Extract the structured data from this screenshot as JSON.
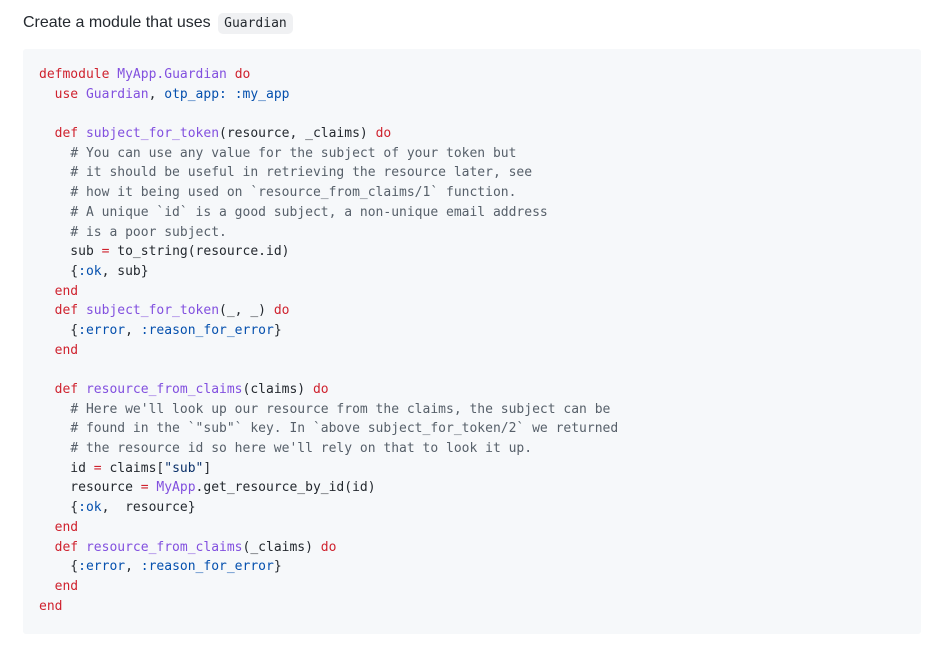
{
  "intro": {
    "text": "Create a module that uses",
    "code": "Guardian"
  },
  "code_block": {
    "lines": [
      [
        {
          "t": "keyword",
          "v": "defmodule"
        },
        {
          "t": "plain",
          "v": " "
        },
        {
          "t": "module",
          "v": "MyApp.Guardian"
        },
        {
          "t": "plain",
          "v": " "
        },
        {
          "t": "keyword",
          "v": "do"
        }
      ],
      [
        {
          "t": "plain",
          "v": "  "
        },
        {
          "t": "keyword",
          "v": "use"
        },
        {
          "t": "plain",
          "v": " "
        },
        {
          "t": "module",
          "v": "Guardian"
        },
        {
          "t": "plain",
          "v": ", "
        },
        {
          "t": "atom",
          "v": "otp_app:"
        },
        {
          "t": "plain",
          "v": " "
        },
        {
          "t": "atom",
          "v": ":my_app"
        }
      ],
      [],
      [
        {
          "t": "plain",
          "v": "  "
        },
        {
          "t": "keyword",
          "v": "def"
        },
        {
          "t": "plain",
          "v": " "
        },
        {
          "t": "function",
          "v": "subject_for_token"
        },
        {
          "t": "plain",
          "v": "(resource, _claims) "
        },
        {
          "t": "keyword",
          "v": "do"
        }
      ],
      [
        {
          "t": "plain",
          "v": "    "
        },
        {
          "t": "comment",
          "v": "# You can use any value for the subject of your token but"
        }
      ],
      [
        {
          "t": "plain",
          "v": "    "
        },
        {
          "t": "comment",
          "v": "# it should be useful in retrieving the resource later, see"
        }
      ],
      [
        {
          "t": "plain",
          "v": "    "
        },
        {
          "t": "comment",
          "v": "# how it being used on `resource_from_claims/1` function."
        }
      ],
      [
        {
          "t": "plain",
          "v": "    "
        },
        {
          "t": "comment",
          "v": "# A unique `id` is a good subject, a non-unique email address"
        }
      ],
      [
        {
          "t": "plain",
          "v": "    "
        },
        {
          "t": "comment",
          "v": "# is a poor subject."
        }
      ],
      [
        {
          "t": "plain",
          "v": "    sub "
        },
        {
          "t": "operator",
          "v": "="
        },
        {
          "t": "plain",
          "v": " to_string(resource.id)"
        }
      ],
      [
        {
          "t": "plain",
          "v": "    {"
        },
        {
          "t": "atom",
          "v": ":ok"
        },
        {
          "t": "plain",
          "v": ", sub}"
        }
      ],
      [
        {
          "t": "plain",
          "v": "  "
        },
        {
          "t": "keyword",
          "v": "end"
        }
      ],
      [
        {
          "t": "plain",
          "v": "  "
        },
        {
          "t": "keyword",
          "v": "def"
        },
        {
          "t": "plain",
          "v": " "
        },
        {
          "t": "function",
          "v": "subject_for_token"
        },
        {
          "t": "plain",
          "v": "(_, _) "
        },
        {
          "t": "keyword",
          "v": "do"
        }
      ],
      [
        {
          "t": "plain",
          "v": "    {"
        },
        {
          "t": "atom",
          "v": ":error"
        },
        {
          "t": "plain",
          "v": ", "
        },
        {
          "t": "atom",
          "v": ":reason_for_error"
        },
        {
          "t": "plain",
          "v": "}"
        }
      ],
      [
        {
          "t": "plain",
          "v": "  "
        },
        {
          "t": "keyword",
          "v": "end"
        }
      ],
      [],
      [
        {
          "t": "plain",
          "v": "  "
        },
        {
          "t": "keyword",
          "v": "def"
        },
        {
          "t": "plain",
          "v": " "
        },
        {
          "t": "function",
          "v": "resource_from_claims"
        },
        {
          "t": "plain",
          "v": "(claims) "
        },
        {
          "t": "keyword",
          "v": "do"
        }
      ],
      [
        {
          "t": "plain",
          "v": "    "
        },
        {
          "t": "comment",
          "v": "# Here we'll look up our resource from the claims, the subject can be"
        }
      ],
      [
        {
          "t": "plain",
          "v": "    "
        },
        {
          "t": "comment",
          "v": "# found in the `\"sub\"` key. In `above subject_for_token/2` we returned"
        }
      ],
      [
        {
          "t": "plain",
          "v": "    "
        },
        {
          "t": "comment",
          "v": "# the resource id so here we'll rely on that to look it up."
        }
      ],
      [
        {
          "t": "plain",
          "v": "    id "
        },
        {
          "t": "operator",
          "v": "="
        },
        {
          "t": "plain",
          "v": " claims["
        },
        {
          "t": "string",
          "v": "\"sub\""
        },
        {
          "t": "plain",
          "v": "]"
        }
      ],
      [
        {
          "t": "plain",
          "v": "    resource "
        },
        {
          "t": "operator",
          "v": "="
        },
        {
          "t": "plain",
          "v": " "
        },
        {
          "t": "module",
          "v": "MyApp"
        },
        {
          "t": "plain",
          "v": ".get_resource_by_id(id)"
        }
      ],
      [
        {
          "t": "plain",
          "v": "    {"
        },
        {
          "t": "atom",
          "v": ":ok"
        },
        {
          "t": "plain",
          "v": ",  resource}"
        }
      ],
      [
        {
          "t": "plain",
          "v": "  "
        },
        {
          "t": "keyword",
          "v": "end"
        }
      ],
      [
        {
          "t": "plain",
          "v": "  "
        },
        {
          "t": "keyword",
          "v": "def"
        },
        {
          "t": "plain",
          "v": " "
        },
        {
          "t": "function",
          "v": "resource_from_claims"
        },
        {
          "t": "plain",
          "v": "(_claims) "
        },
        {
          "t": "keyword",
          "v": "do"
        }
      ],
      [
        {
          "t": "plain",
          "v": "    {"
        },
        {
          "t": "atom",
          "v": ":error"
        },
        {
          "t": "plain",
          "v": ", "
        },
        {
          "t": "atom",
          "v": ":reason_for_error"
        },
        {
          "t": "plain",
          "v": "}"
        }
      ],
      [
        {
          "t": "plain",
          "v": "  "
        },
        {
          "t": "keyword",
          "v": "end"
        }
      ],
      [
        {
          "t": "keyword",
          "v": "end"
        }
      ]
    ]
  }
}
